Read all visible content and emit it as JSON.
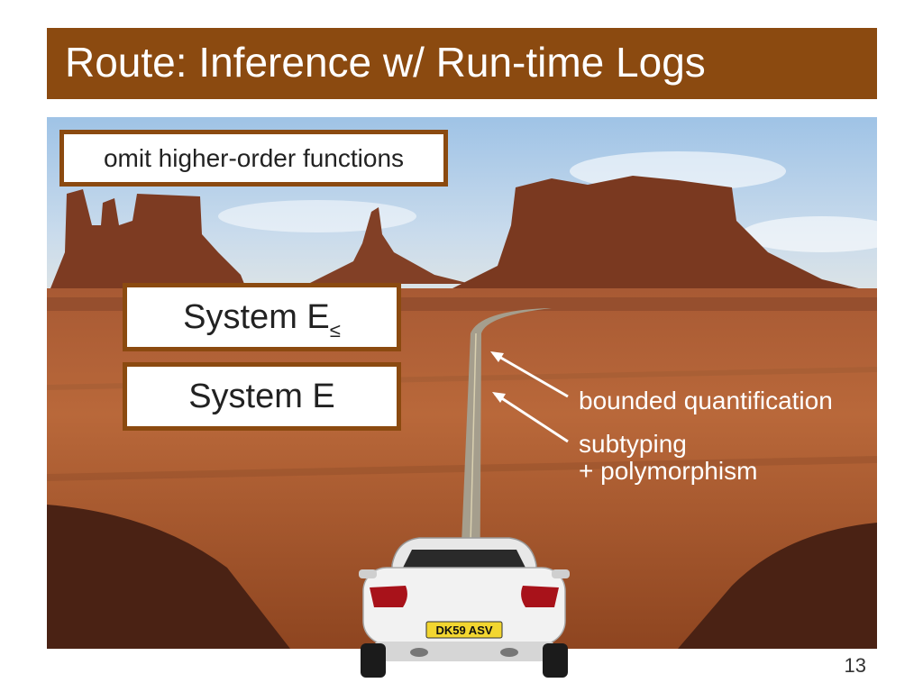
{
  "slide": {
    "title": "Route: Inference w/ Run-time Logs",
    "page_number": "13"
  },
  "boxes": {
    "omit": "omit higher-order functions",
    "system_e_leq_main": "System E",
    "system_e_leq_sub": "≤",
    "system_e": "System E"
  },
  "annotations": {
    "bounded": "bounded quantification",
    "subtyping": "subtyping",
    "polymorphism": "+   polymorphism"
  },
  "car": {
    "plate": "DK59 ASV"
  },
  "colors": {
    "accent": "#8b4a10"
  }
}
